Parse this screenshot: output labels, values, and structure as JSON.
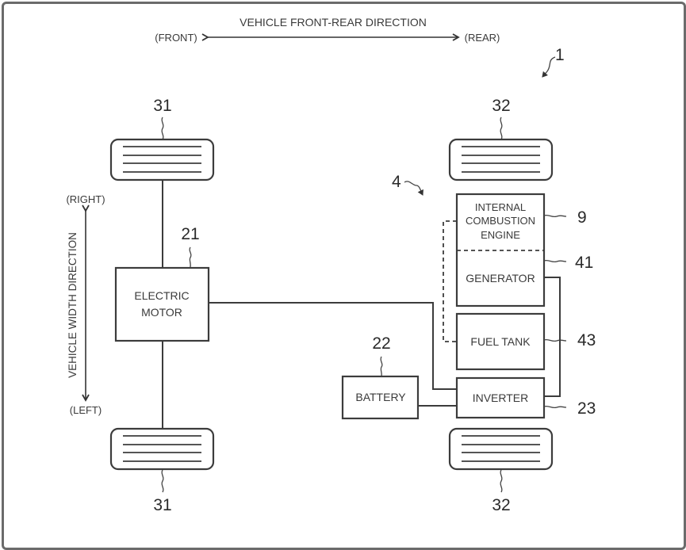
{
  "diagram": {
    "figure_number": "1",
    "system_label": "4",
    "front_rear_axis": {
      "title": "VEHICLE FRONT-REAR DIRECTION",
      "left_end": "(FRONT)",
      "right_end": "(REAR)"
    },
    "width_axis": {
      "title": "VEHICLE WIDTH DIRECTION",
      "top_end": "(RIGHT)",
      "bottom_end": "(LEFT)"
    },
    "components": {
      "electric_motor": {
        "ref": "21",
        "lines": [
          "ELECTRIC",
          "MOTOR"
        ]
      },
      "battery": {
        "ref": "22",
        "label": "BATTERY"
      },
      "inverter": {
        "ref": "23",
        "label": "INVERTER"
      },
      "engine": {
        "ref": "9",
        "lines": [
          "INTERNAL",
          "COMBUSTION",
          "ENGINE"
        ]
      },
      "generator": {
        "ref": "41",
        "label": "GENERATOR"
      },
      "fuel_tank": {
        "ref": "43",
        "label": "FUEL TANK"
      },
      "front_wheels": {
        "ref": "31"
      },
      "rear_wheels": {
        "ref": "32"
      }
    }
  }
}
